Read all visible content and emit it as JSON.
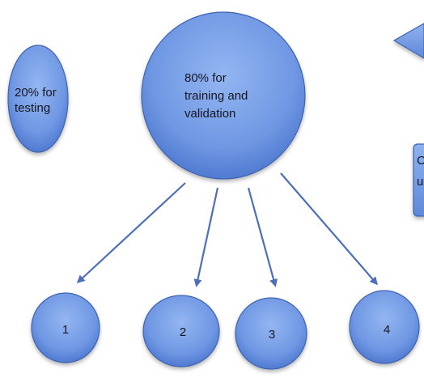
{
  "diagram": {
    "nodes": {
      "testing": {
        "lines": [
          "20% for",
          "testing"
        ]
      },
      "training": {
        "lines": [
          "80% for",
          "training and",
          "validation"
        ]
      },
      "fold1": {
        "label": "1"
      },
      "fold2": {
        "label": "2"
      },
      "fold3": {
        "label": "3"
      },
      "fold4": {
        "label": "4"
      },
      "partial_box": {
        "lines": [
          "C",
          "u"
        ]
      }
    },
    "colors": {
      "node_fill_light": "#8db1ef",
      "node_fill_dark": "#4f7ad0",
      "node_stroke": "#3f63b0",
      "arrow": "#4d6fb8",
      "text": "#16161f"
    }
  }
}
